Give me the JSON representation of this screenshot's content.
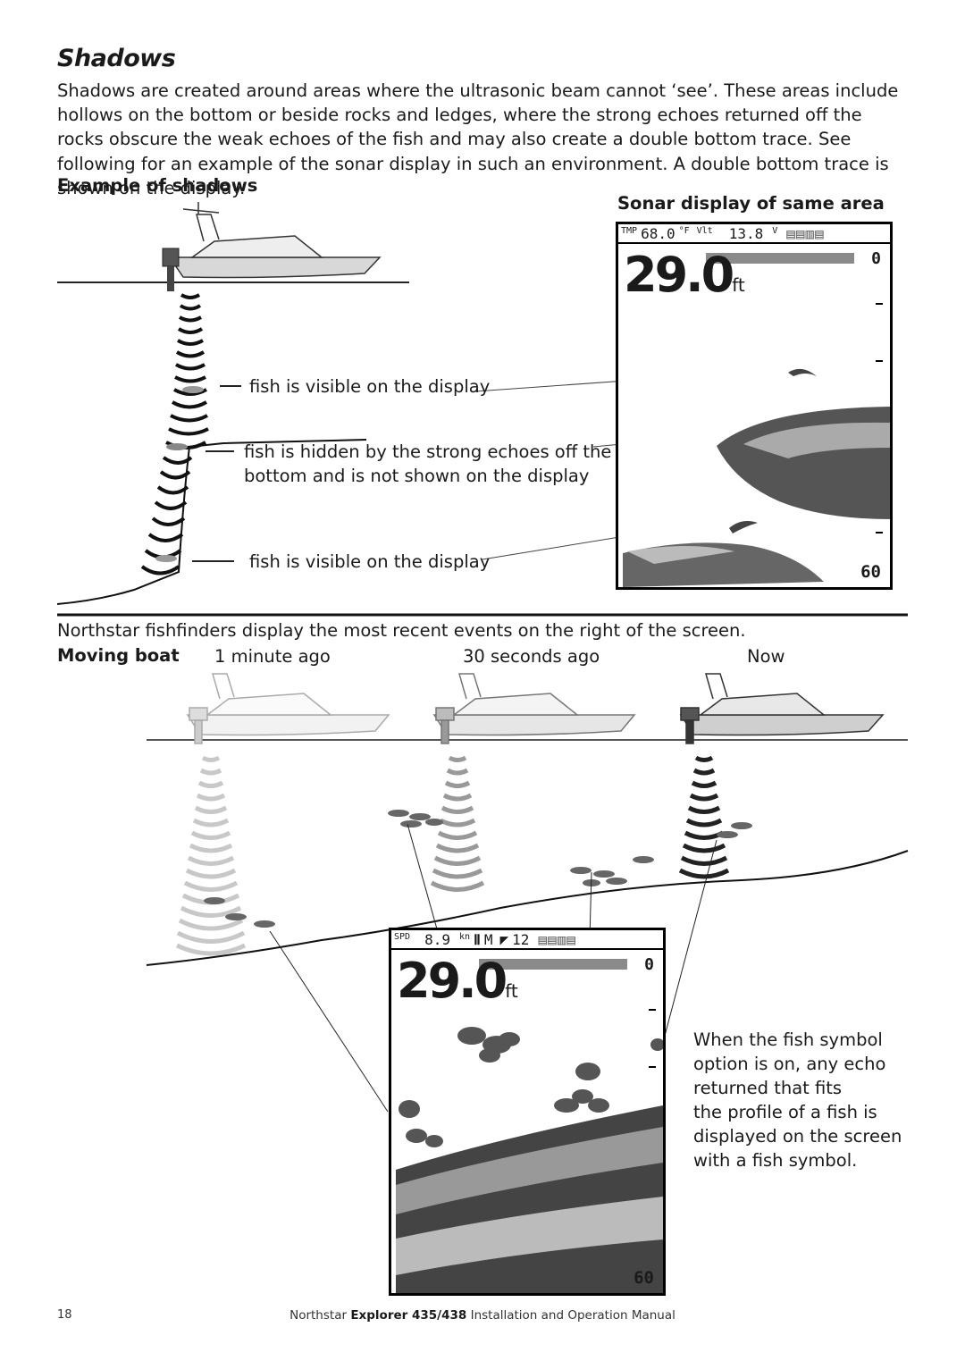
{
  "page": {
    "title": "Shadows",
    "intro": "Shadows are created around areas where the ultrasonic beam cannot ‘see’. These areas include hollows on the bottom or beside rocks and ledges, where the strong echoes returned off the rocks obscure the weak echoes of the fish and may also create a double bottom trace. See following for an example of the sonar display in such an environment. A double bottom trace is shown on the display.",
    "example_heading": "Example of shadows",
    "sonar_heading": "Sonar display of same area",
    "labels": {
      "fish_visible_1": "fish is visible on the display",
      "fish_hidden_1": "fish is hidden by the strong echoes off the",
      "fish_hidden_2": "bottom and is not shown on the display",
      "fish_visible_2": "fish is visible on the display"
    },
    "recent_note": "Northstar fishfinders display the most recent events on the right of the screen.",
    "moving_heading": "Moving boat",
    "time_labels": [
      "1 minute ago",
      "30 seconds ago",
      "Now"
    ],
    "fish_symbol_note": [
      "When the fish symbol",
      "option is on, any echo",
      "returned that fits",
      "the profile of a fish is",
      "displayed on the screen",
      "with a fish symbol."
    ]
  },
  "sonar_top": {
    "tmp_label": "TMP",
    "tmp_value": "68.0",
    "tmp_unit": "°F",
    "volt_label": "Vlt",
    "volt_value": "13.8",
    "volt_unit": "V",
    "depth_value": "29.0",
    "depth_unit": "ft",
    "range_top": "0",
    "range_bottom": "60"
  },
  "sonar_bottom": {
    "spd_label": "SPD",
    "spd_value": "8.9",
    "spd_unit": "kn",
    "mode": "M",
    "gain": "12",
    "depth_value": "29.0",
    "depth_unit": "ft",
    "range_top": "0",
    "range_bottom": "60"
  },
  "footer": {
    "page_number": "18",
    "brand": "Northstar",
    "model": "Explorer 435/438",
    "doc": "Installation and Operation Manual"
  }
}
